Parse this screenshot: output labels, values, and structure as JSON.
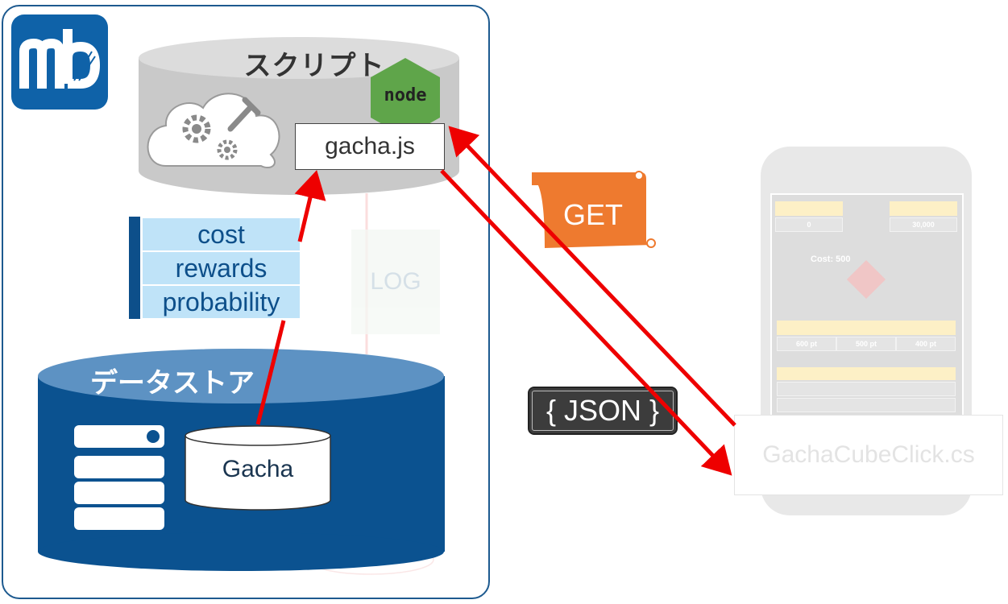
{
  "logo": {
    "text": "mb"
  },
  "script_store": {
    "label": "スクリプト",
    "file": "gacha.js",
    "node_badge": "node"
  },
  "fields": [
    "cost",
    "rewards",
    "probability"
  ],
  "log_doc": {
    "label": "LOG"
  },
  "datastore": {
    "label": "データストア",
    "collection": "Gacha"
  },
  "request": {
    "label": "GET"
  },
  "response": {
    "label": "{ JSON }"
  },
  "client": {
    "file": "GachaCubeClick.cs",
    "phone": {
      "cost_text": "Cost: 500",
      "value_left": "0",
      "value_right": "30,000",
      "reward_values": [
        "600 pt",
        "500 pt",
        "400 pt"
      ]
    }
  },
  "colors": {
    "panel_border": "#1d5a8f",
    "datastore": "#0b5290",
    "arrow": "#ee0000",
    "get_scroll": "#ee7a2f",
    "json_box": "#3c3c3c",
    "field_cell": "#bfe3f8",
    "node_hex": "#5fa54a"
  }
}
